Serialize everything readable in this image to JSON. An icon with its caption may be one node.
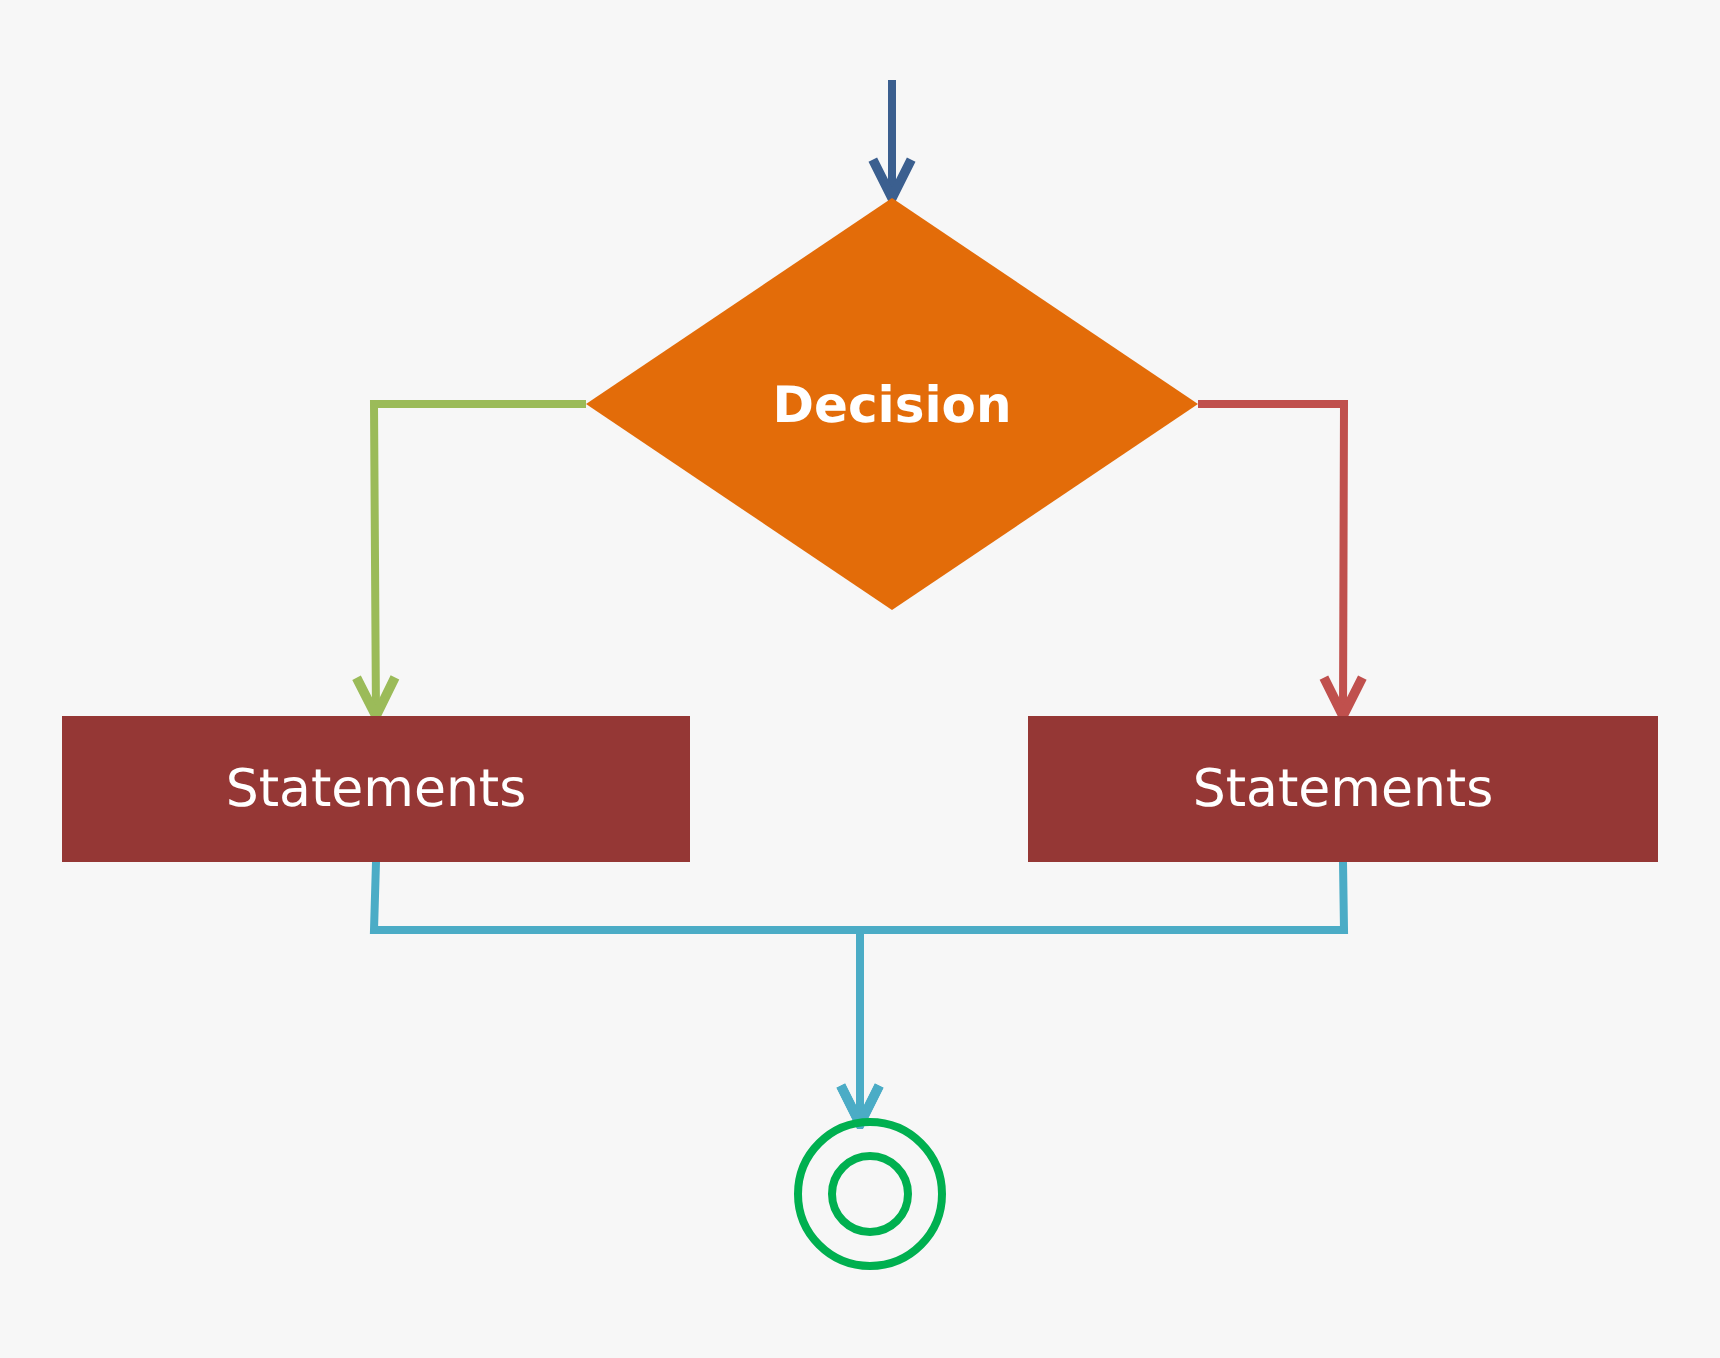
{
  "diagram": {
    "nodes": [
      {
        "text": [
          "Decision"
        ]
      },
      {
        "text": [
          "Statements"
        ]
      },
      {
        "text": [
          "Statements"
        ]
      },
      {
        "text": [],
        "shape": "circle"
      }
    ],
    "edges": [
      {
        "from": null,
        "to": 0,
        "arrow": "to",
        "color": "#3b5f8f"
      },
      {
        "from": 0,
        "to": 1,
        "arrow": "to",
        "color": "#9bbb59"
      },
      {
        "from": 0,
        "to": 2,
        "arrow": "to",
        "color": "#c0504d"
      },
      {
        "from": 1,
        "to": 3,
        "arrow": "to",
        "color": "#4bacc6"
      },
      {
        "from": 2,
        "to": 3,
        "arrow": "to",
        "color": "#4bacc6"
      }
    ]
  }
}
